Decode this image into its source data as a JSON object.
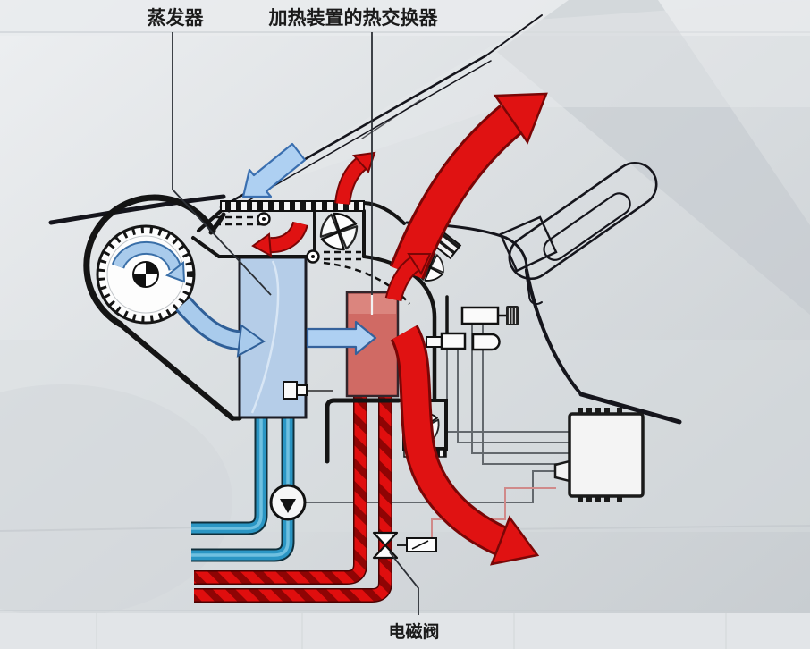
{
  "labels": {
    "evaporator": "蒸发器",
    "heater_exchanger": "加热装置的热交换器",
    "solenoid_valve": "电磁阀"
  },
  "colors": {
    "cold_pipe": "#2b96c4",
    "cold_arrow_fill": "#aed0f2",
    "evaporator_fill": "#b5cde8",
    "hot_arrow": "#e01212",
    "hot_stripe_dark": "#8f0404",
    "heater_fill": "#d06a64",
    "outline": "#161616",
    "background_light": "#eceef0",
    "background_dark": "#c9ced2"
  },
  "components": [
    "blower-fan",
    "fresh-air-intake-arrow",
    "recirculation-flap",
    "evaporator",
    "heater-core",
    "air-distribution-flaps",
    "defrost-air-arrow",
    "footwell-air-arrow",
    "coolant-pump",
    "refrigerant-pipes",
    "heater-hoses",
    "solenoid-valve",
    "control-unit",
    "sensors",
    "steering-wheel"
  ]
}
